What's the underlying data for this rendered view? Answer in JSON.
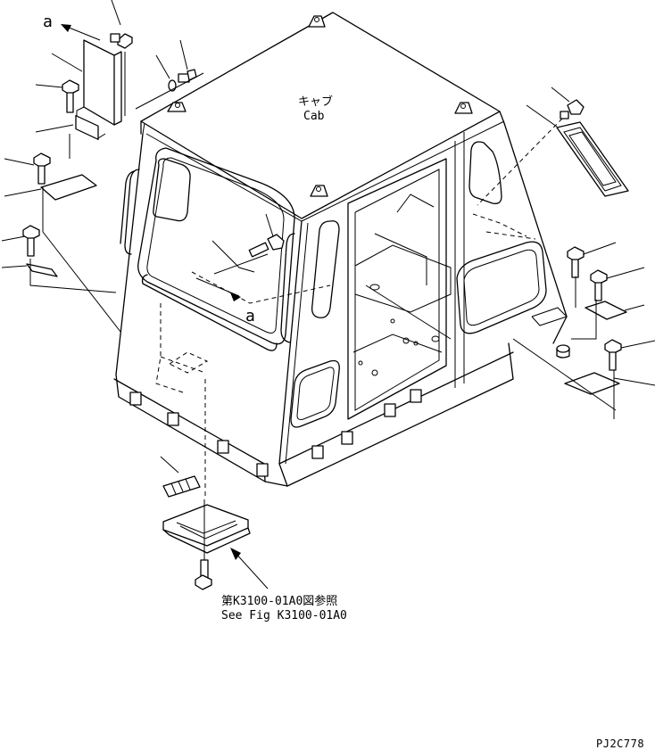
{
  "labels": {
    "cab_jp": "キャブ",
    "cab_en": "Cab",
    "view_a_top": "a",
    "view_a_mid": "a",
    "ref_jp": "第K3100-01A0図参照",
    "ref_en": "See Fig K3100-01A0",
    "drawing_code": "PJ2C778"
  }
}
